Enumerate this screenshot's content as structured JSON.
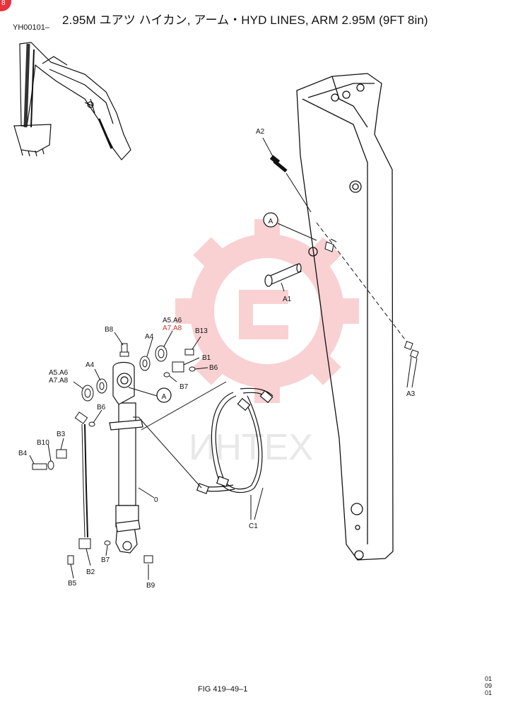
{
  "header": {
    "title": "2.95M ユアツ ハイカン, アーム・HYD LINES, ARM 2.95M (9FT 8in)",
    "code": "YH00101–"
  },
  "corner_badge": "8",
  "watermark": {
    "text": "ИНТЕХ",
    "color": "#e8323c"
  },
  "parts": {
    "A1": "A1",
    "A2": "A2",
    "A3": "A3",
    "A4_left": "A4",
    "A4_right": "A4",
    "A5A6_left": "A5.A6",
    "A7A8_left": "A7.A8",
    "A5A6_right": "A5.A6",
    "A7A8_right": "A7.A8",
    "B1": "B1",
    "B2": "B2",
    "B3": "B3",
    "B4": "B4",
    "B5": "B5",
    "B6_top": "B6",
    "B6_left": "B6",
    "B7_top": "B7",
    "B7_bottom": "B7",
    "B8": "B8",
    "B9": "B9",
    "B10": "B10",
    "B13": "B13",
    "C1": "C1",
    "zero": "0"
  },
  "callouts": {
    "A_upper": "A",
    "A_lower": "A"
  },
  "footer": {
    "fig": "FIG 419–49–1",
    "rev_1": "01",
    "rev_2": "09",
    "rev_3": "01"
  }
}
